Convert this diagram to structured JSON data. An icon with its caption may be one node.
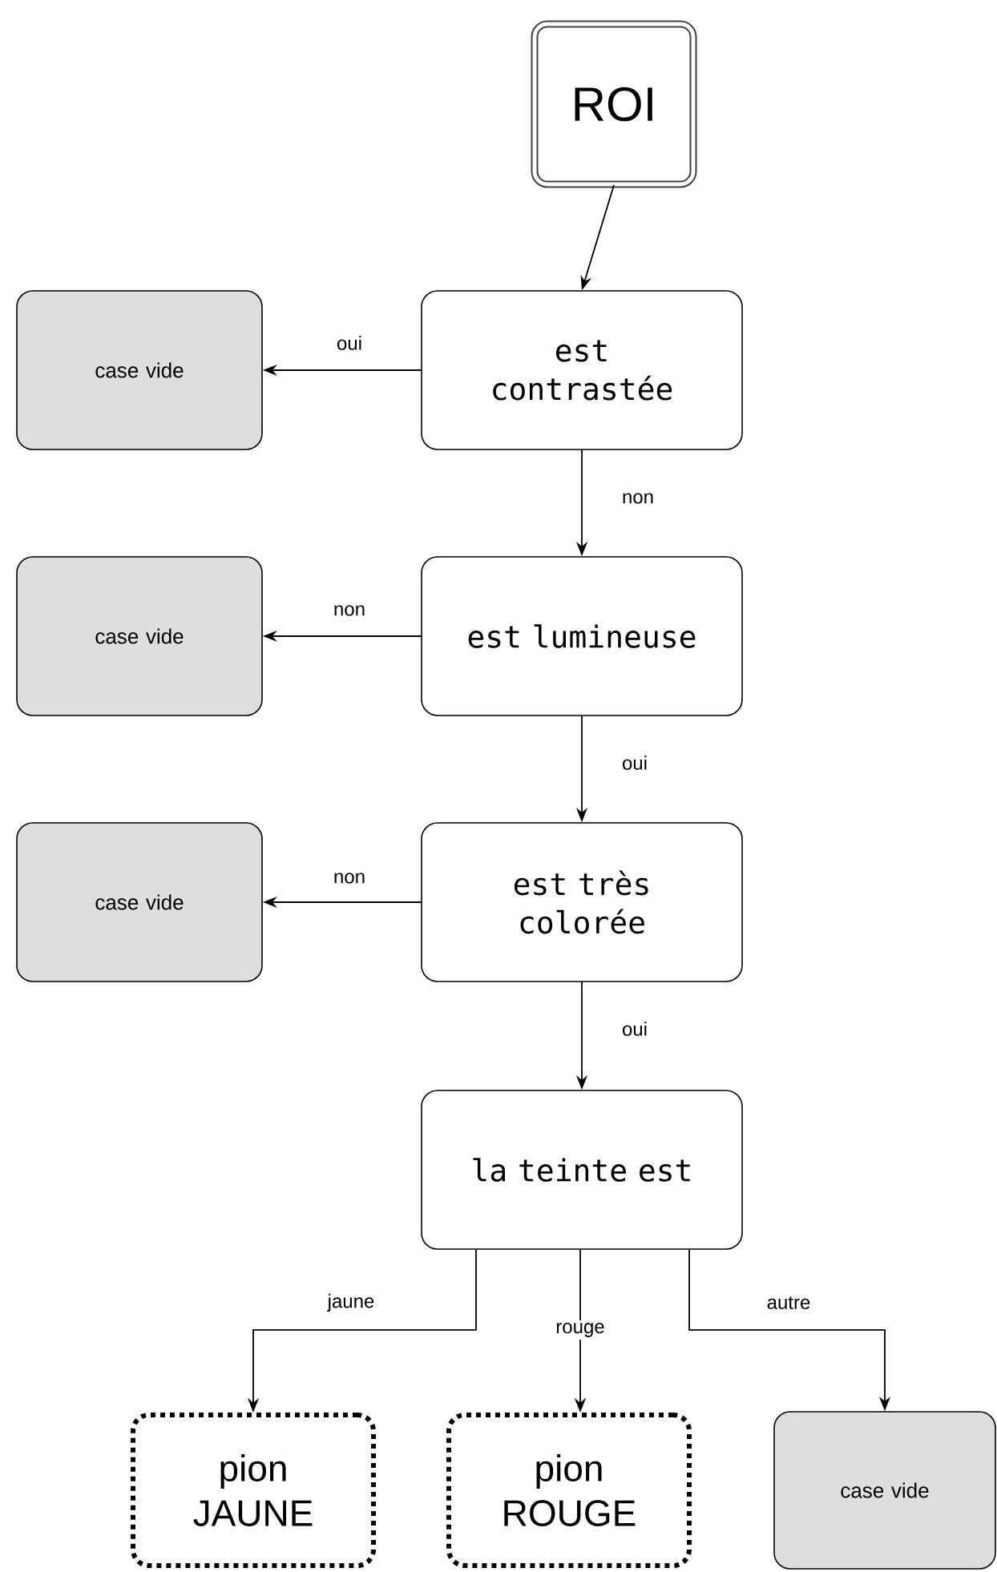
{
  "diagram": {
    "nodes": [
      {
        "text": [
          "ROI"
        ]
      },
      {
        "text": [
          "est contrastée"
        ]
      },
      {
        "text": [
          "case vide"
        ]
      },
      {
        "text": [
          "est lumineuse"
        ]
      },
      {
        "text": [
          "case vide"
        ]
      },
      {
        "text": [
          "est très colorée"
        ]
      },
      {
        "text": [
          "case vide"
        ]
      },
      {
        "text": [
          "la teinte est"
        ]
      },
      {
        "text": [
          "pion JAUNE"
        ]
      },
      {
        "text": [
          "pion ROUGE"
        ]
      },
      {
        "text": [
          "case vide"
        ]
      }
    ],
    "edges": [
      {
        "from": 0,
        "to": 1,
        "arrow": "to"
      },
      {
        "from": 1,
        "to": 2,
        "arrow": "to",
        "label": "oui"
      },
      {
        "from": 1,
        "to": 3,
        "arrow": "to",
        "label": "non"
      },
      {
        "from": 3,
        "to": 4,
        "arrow": "to",
        "label": "non"
      },
      {
        "from": 3,
        "to": 5,
        "arrow": "to",
        "label": "oui"
      },
      {
        "from": 5,
        "to": 6,
        "arrow": "to",
        "label": "non"
      },
      {
        "from": 5,
        "to": 7,
        "arrow": "to",
        "label": "oui"
      },
      {
        "from": 7,
        "to": 8,
        "arrow": "to",
        "label": "jaune"
      },
      {
        "from": 7,
        "to": 9,
        "arrow": "to",
        "label": "rouge"
      },
      {
        "from": 7,
        "to": 10,
        "arrow": "to",
        "label": "autre"
      }
    ]
  }
}
